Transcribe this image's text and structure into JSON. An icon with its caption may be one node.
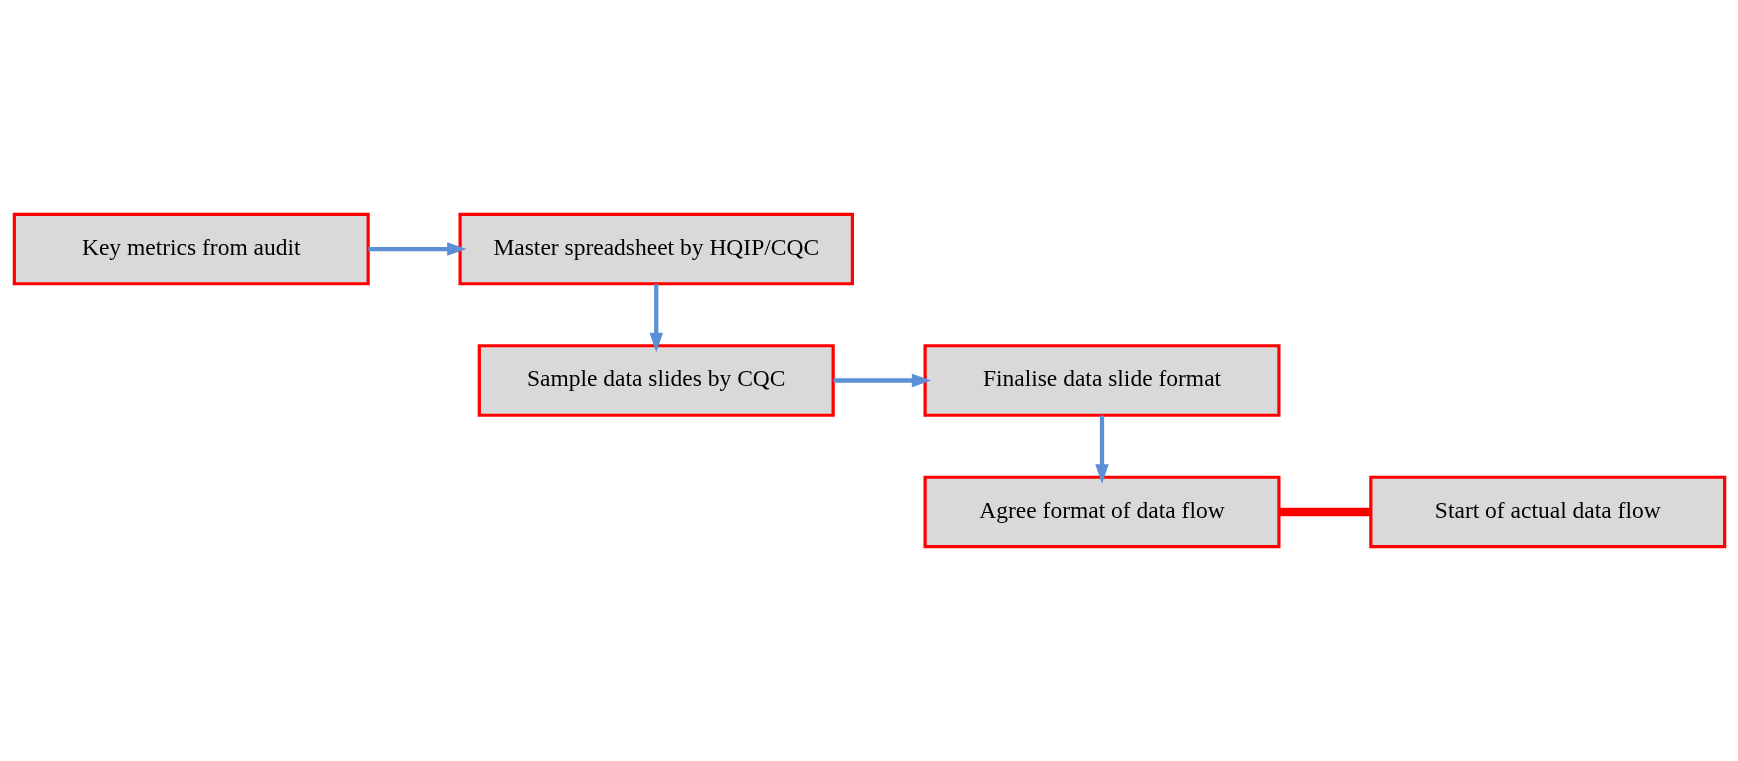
{
  "diagram": {
    "nodes": [
      {
        "text": [
          "Key metrics from audit"
        ]
      },
      {
        "text": [
          "Master spreadsheet by HQIP/CQC"
        ]
      },
      {
        "text": [
          "Sample data slides by CQC"
        ]
      },
      {
        "text": [
          "Finalise data slide format"
        ]
      },
      {
        "text": [
          "Agree format of data flow"
        ]
      },
      {
        "text": [
          "Start of actual data flow"
        ]
      }
    ],
    "edges": [
      {
        "from": 0,
        "to": 1,
        "arrow": "to"
      },
      {
        "from": 1,
        "to": 2,
        "arrow": "to"
      },
      {
        "from": 2,
        "to": 3,
        "arrow": "to"
      },
      {
        "from": 3,
        "to": 4,
        "arrow": "to"
      },
      {
        "from": 4,
        "to": 5,
        "arrow": "none",
        "style": "thick",
        "color": "#ff0000"
      }
    ]
  }
}
